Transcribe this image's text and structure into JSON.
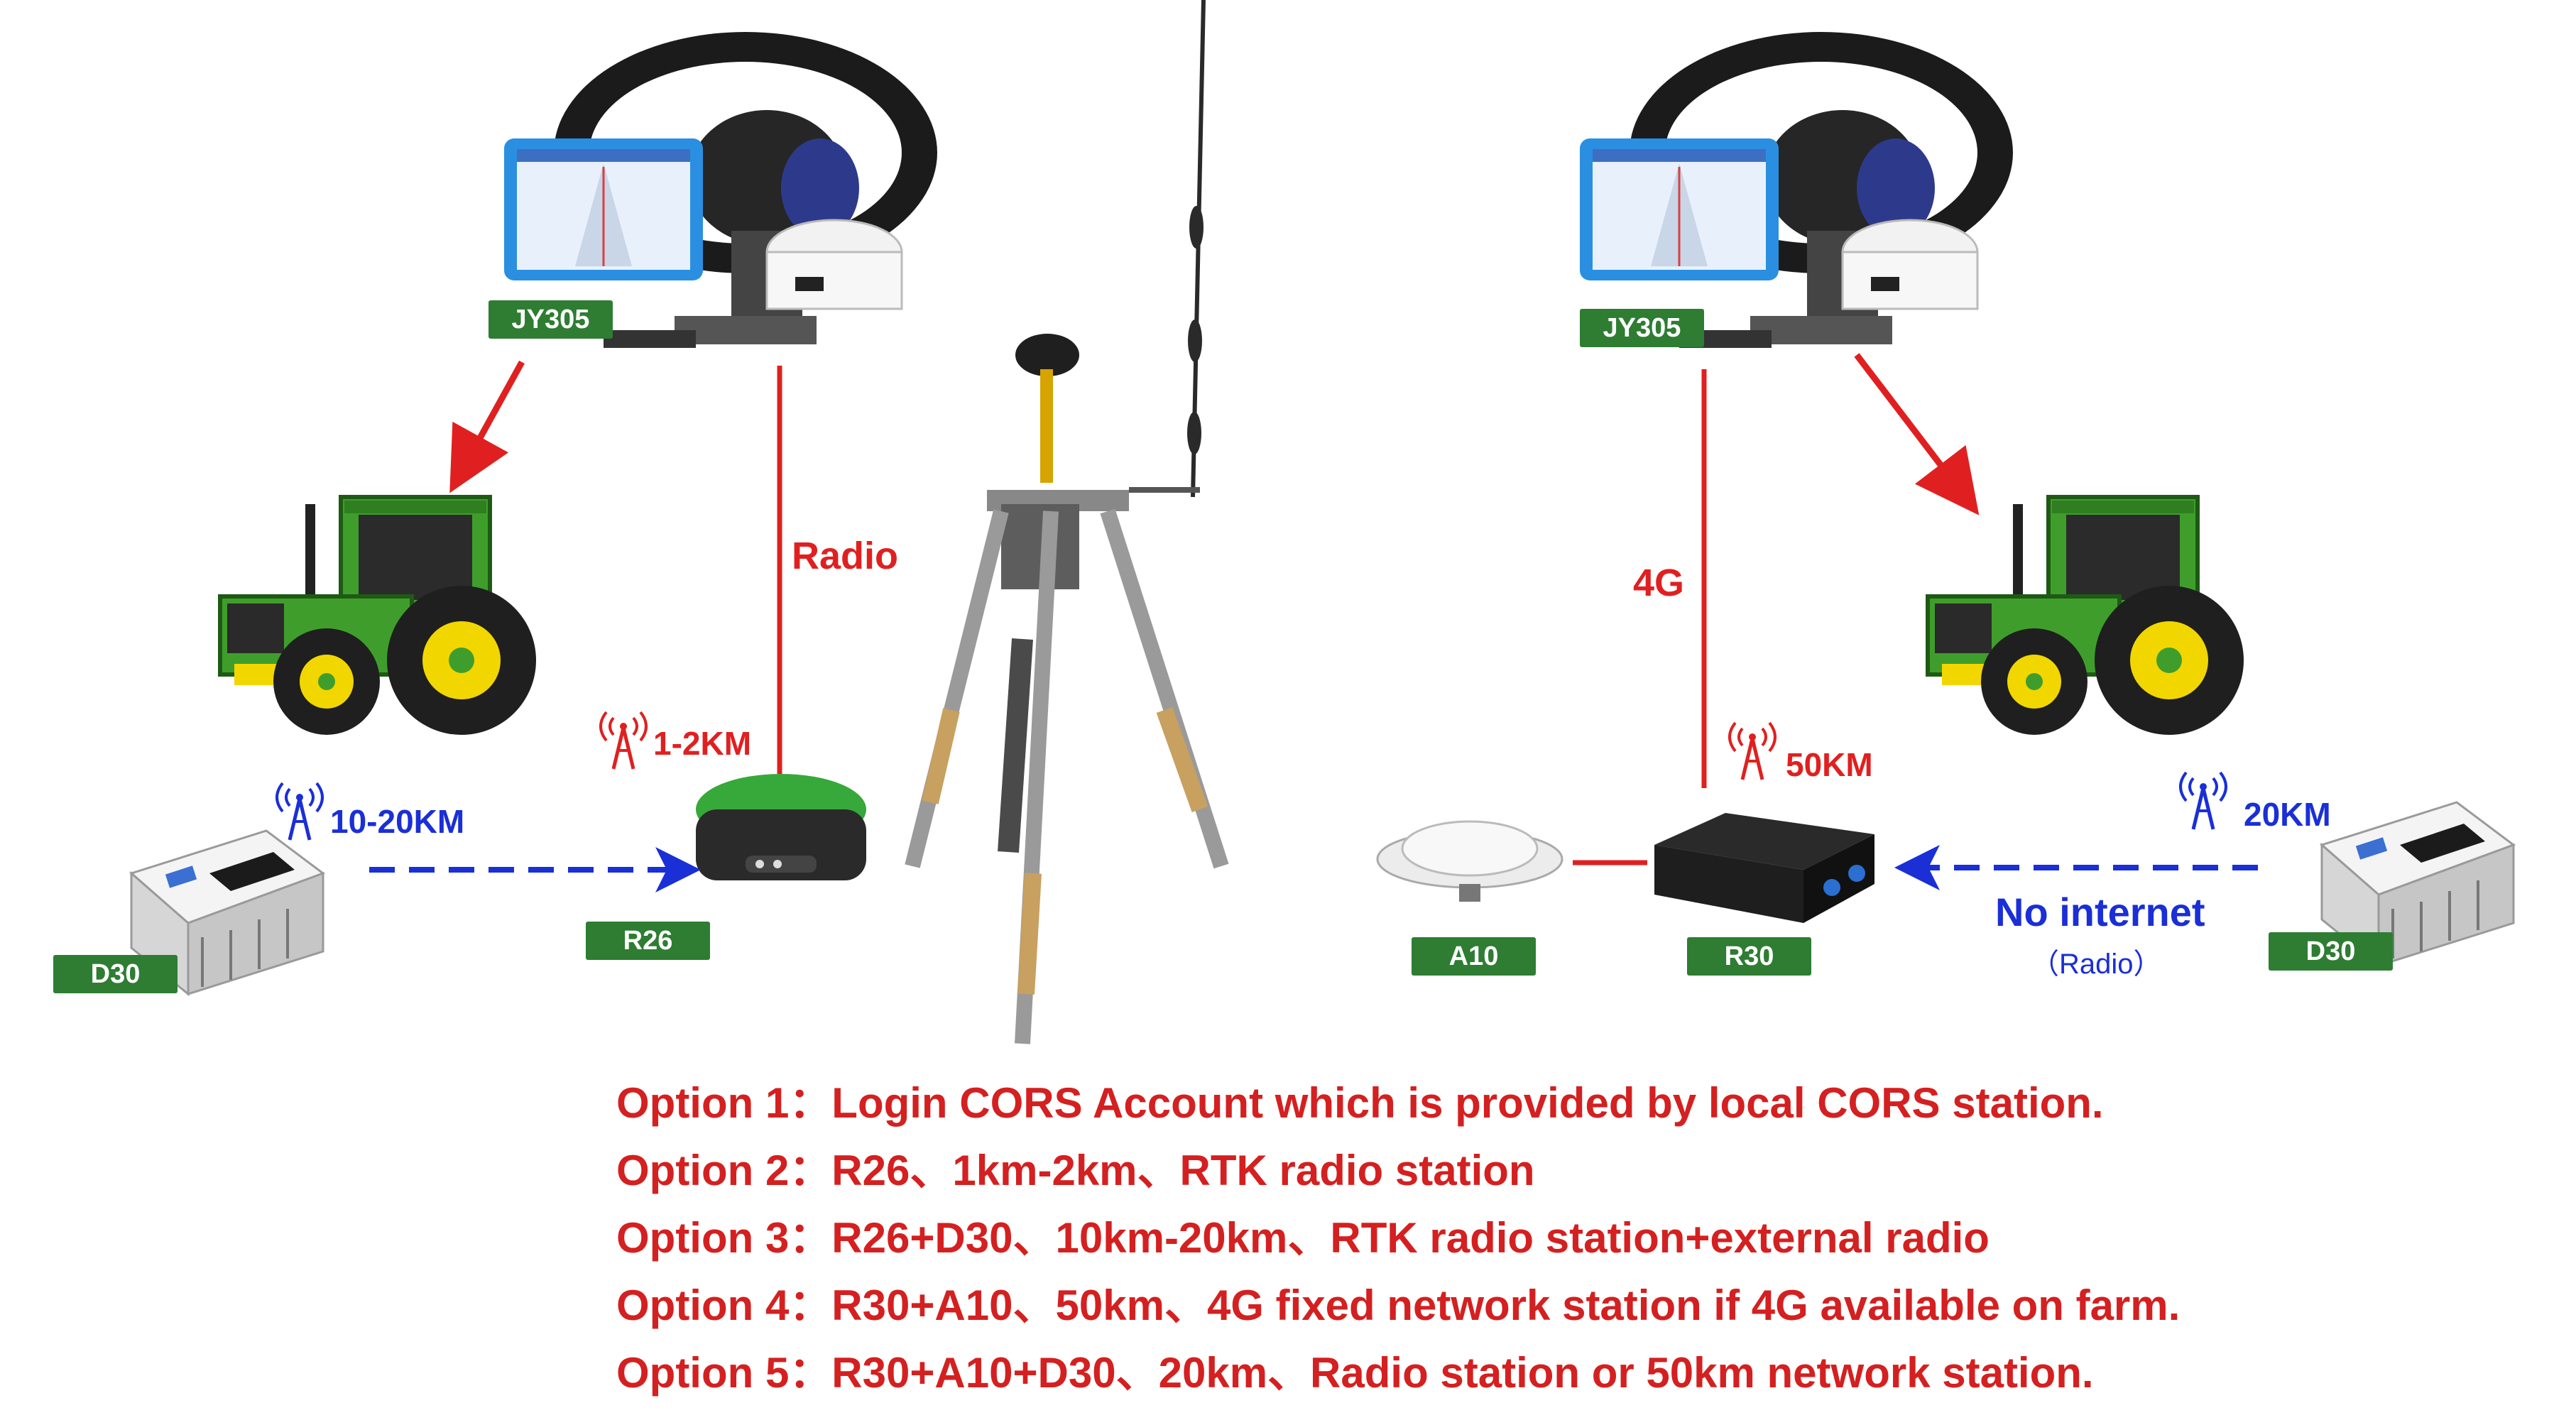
{
  "colors": {
    "red": "#e02020",
    "blue": "#1a2fd6",
    "green_tag": "#2e7d32",
    "tractor_green": "#3f9e2b",
    "tractor_yellow": "#f2d600"
  },
  "left": {
    "device_tag": "JY305",
    "link_label": "Radio",
    "range_label": "1-2KM",
    "base_tag": "R26",
    "radio_range": "10-20KM",
    "radio_tag": "D30"
  },
  "right": {
    "device_tag": "JY305",
    "link_label": "4G",
    "range_label": "50KM",
    "antenna_tag": "A10",
    "base_tag": "R30",
    "radio_range": "20KM",
    "no_internet": "No internet",
    "radio_note": "（Radio）",
    "radio_tag": "D30"
  },
  "options": [
    "Option 1：Login CORS Account which is provided by local CORS station.",
    "Option 2：R26、1km-2km、RTK radio station",
    "Option 3：R26+D30、10km-20km、RTK radio station+external radio",
    "Option 4：R30+A10、50km、4G fixed network station if 4G available on farm.",
    "Option 5：R30+A10+D30、20km、Radio station or 50km network station."
  ],
  "icons": {
    "steering_wheel": "steering-wheel-icon",
    "tablet": "tablet-display-icon",
    "tractor": "tractor-icon",
    "gnss_receiver": "gnss-receiver-icon",
    "radio_box": "radio-box-icon",
    "antenna_tower": "signal-tower-icon",
    "tripod": "tripod-antenna-icon"
  }
}
